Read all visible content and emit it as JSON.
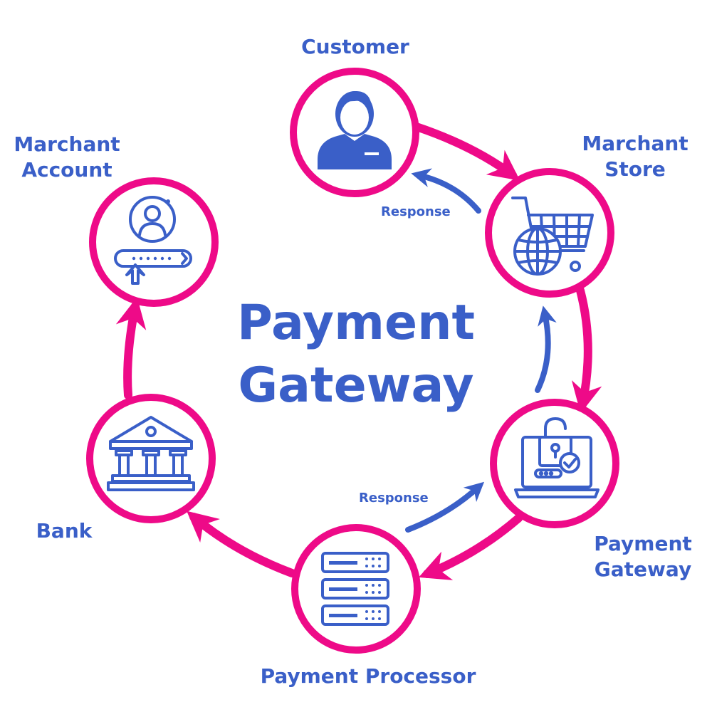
{
  "title": {
    "line1": "Payment",
    "line2": "Gateway"
  },
  "nodes": {
    "customer": {
      "label": "Customer",
      "icon": "user-icon"
    },
    "marchant_store": {
      "line1": "Marchant",
      "line2": "Store",
      "icon": "shopping-cart-globe-icon"
    },
    "payment_gateway": {
      "line1": "Payment",
      "line2": "Gateway",
      "icon": "laptop-lock-icon"
    },
    "payment_processor": {
      "label": "Payment Processor",
      "icon": "server-rack-icon"
    },
    "bank": {
      "label": "Bank",
      "icon": "bank-building-icon"
    },
    "marchant_account": {
      "line1": "Marchant",
      "line2": "Account",
      "icon": "account-login-icon"
    }
  },
  "responses": {
    "top": "Response",
    "bottom": "Response"
  },
  "colors": {
    "accent_pink": "#ee0a88",
    "brand_blue": "#3a5fc8"
  }
}
